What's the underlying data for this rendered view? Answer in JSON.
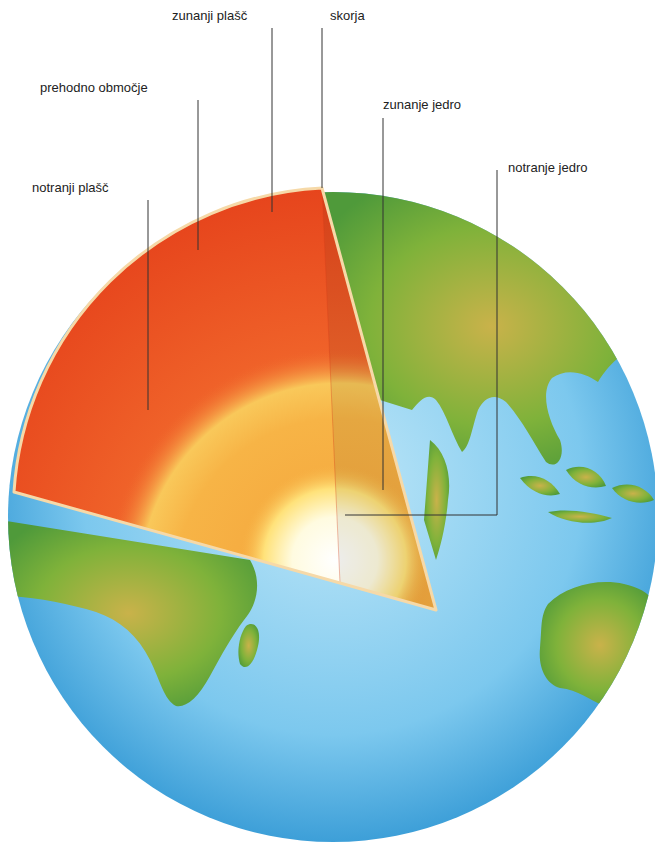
{
  "diagram": {
    "labels": [
      "zunanji plašč",
      "skorja",
      "prehodno območje",
      "zunanje jedro",
      "notranji plašč",
      "notranje jedro"
    ]
  }
}
